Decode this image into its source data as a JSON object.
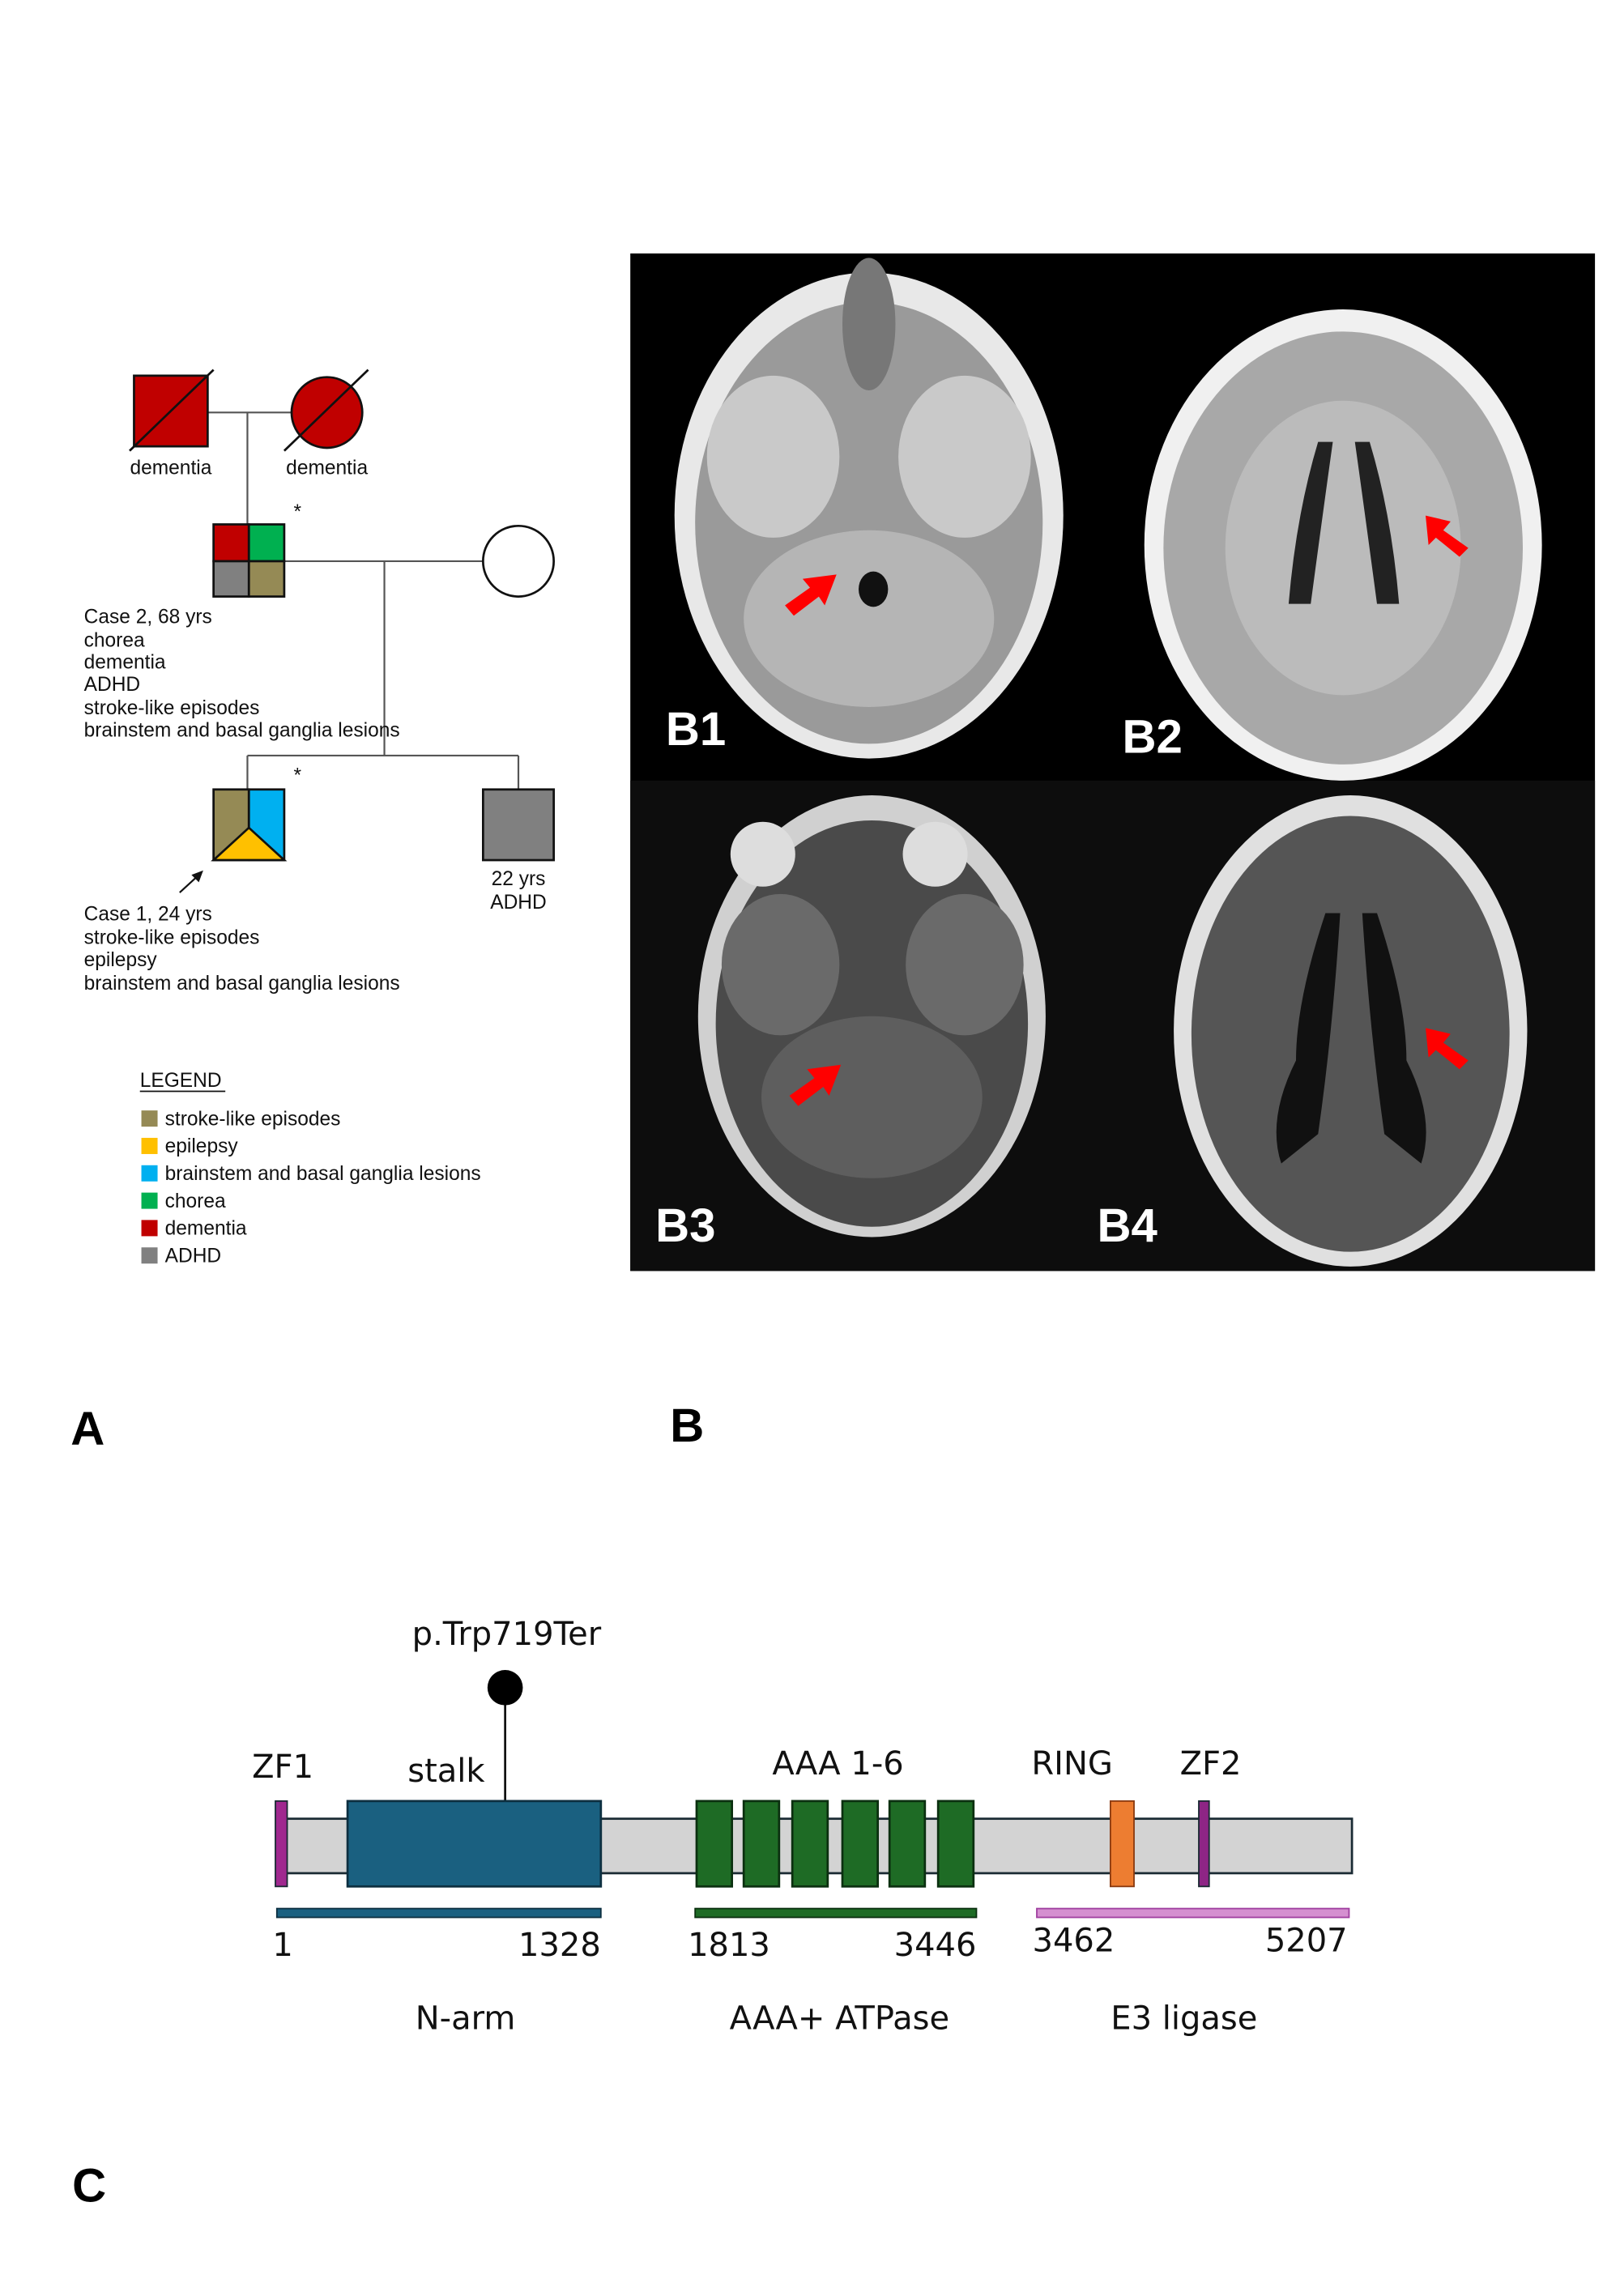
{
  "panel_labels": {
    "a": "A",
    "b": "B",
    "c": "C"
  },
  "pedigree": {
    "grandfather": "dementia",
    "grandmother": "dementia",
    "asterisk": "*",
    "case2": [
      "Case 2, 68 yrs",
      "chorea",
      "dementia",
      "ADHD",
      "stroke-like episodes",
      "brainstem and basal ganglia lesions"
    ],
    "case1": [
      "Case 1, 24 yrs",
      "stroke-like episodes",
      "epilepsy",
      "brainstem and basal ganglia lesions"
    ],
    "brother": [
      "22 yrs",
      "ADHD"
    ],
    "legend_title": "LEGEND",
    "legend": [
      {
        "label": "stroke-like episodes",
        "color": "#958a55"
      },
      {
        "label": "epilepsy",
        "color": "#ffc000"
      },
      {
        "label": "brainstem and basal ganglia lesions",
        "color": "#00b0f0"
      },
      {
        "label": "chorea",
        "color": "#00b050"
      },
      {
        "label": "dementia",
        "color": "#c00000"
      },
      {
        "label": "ADHD",
        "color": "#808080"
      }
    ]
  },
  "mri": {
    "b1": "B1",
    "b2": "B2",
    "b3": "B3",
    "b4": "B4"
  },
  "protein": {
    "variant": "p.Trp719Ter",
    "domains": {
      "zf1": "ZF1",
      "stalk": "stalk",
      "aaa": "AAA 1-6",
      "ring": "RING",
      "zf2": "ZF2"
    },
    "regions": [
      {
        "name": "N-arm",
        "start": "1",
        "end": "1328",
        "color": "#1a6080"
      },
      {
        "name": "AAA+ ATPase",
        "start": "1813",
        "end": "3446",
        "color": "#1e6b25"
      },
      {
        "name": "E3 ligase",
        "start": "3462",
        "end": "5207",
        "color": "#d58fd0"
      }
    ]
  }
}
